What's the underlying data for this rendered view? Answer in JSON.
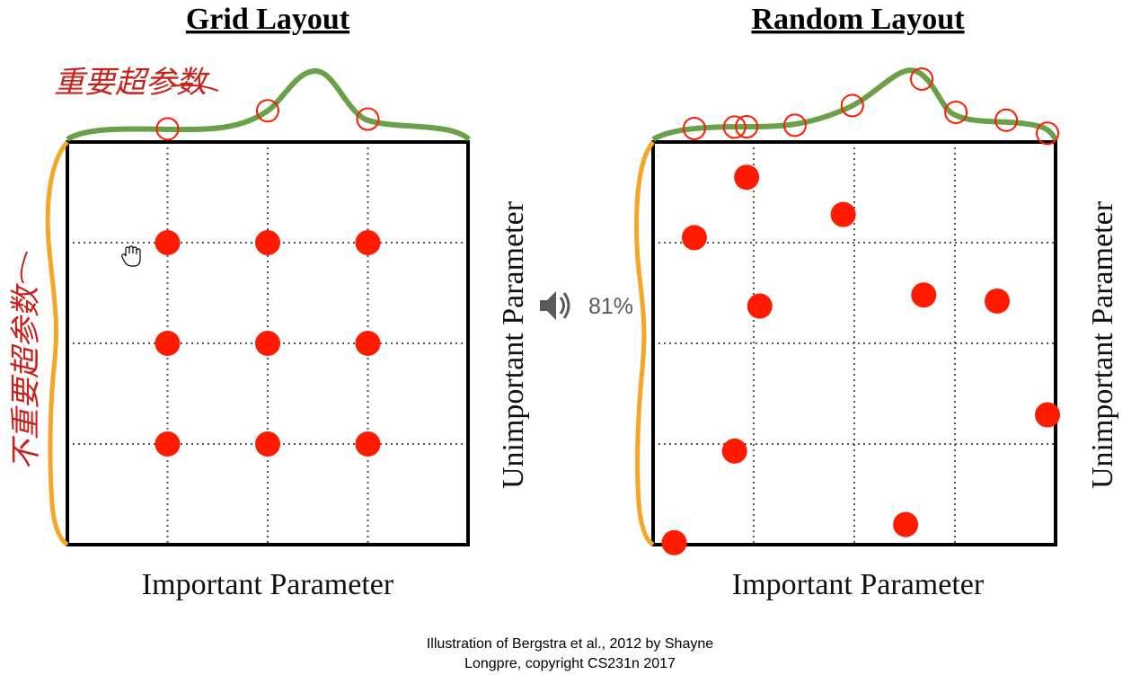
{
  "left_panel": {
    "title": "Grid Layout",
    "x_label": "Important Parameter",
    "y_label": "Unimportant Parameter",
    "annotation_top": "重要超参数",
    "annotation_left": "不重要超参数",
    "points": [
      [
        1,
        1
      ],
      [
        2,
        1
      ],
      [
        3,
        1
      ],
      [
        1,
        2
      ],
      [
        2,
        2
      ],
      [
        3,
        2
      ],
      [
        1,
        3
      ],
      [
        2,
        3
      ],
      [
        3,
        3
      ]
    ],
    "marginal_circles": [
      1,
      2,
      3
    ]
  },
  "right_panel": {
    "title": "Random Layout",
    "x_label": "Important Parameter",
    "points": [
      [
        0.93,
        0.35
      ],
      [
        0.41,
        0.95
      ],
      [
        0.21,
        3.98
      ],
      [
        0.81,
        3.07
      ],
      [
        1.06,
        1.63
      ],
      [
        1.89,
        0.72
      ],
      [
        2.69,
        1.52
      ],
      [
        2.51,
        3.8
      ],
      [
        3.42,
        1.58
      ],
      [
        3.92,
        2.71
      ]
    ],
    "marginal_circles": [
      0.41,
      0.81,
      0.93,
      1.41,
      1.98,
      2.67,
      3.01,
      3.51,
      3.92
    ]
  },
  "volume": {
    "level": "81%",
    "icon": "speaker-icon"
  },
  "caption": {
    "line1": "Illustration of Bergstra et al., 2012 by Shayne",
    "line2": "Longpre, copyright CS231n 2017"
  },
  "colors": {
    "point": "#ff1a00",
    "marginal_curve": "#6aa04a",
    "orange_curve": "#f5a623",
    "annotation": "#c8211c"
  }
}
